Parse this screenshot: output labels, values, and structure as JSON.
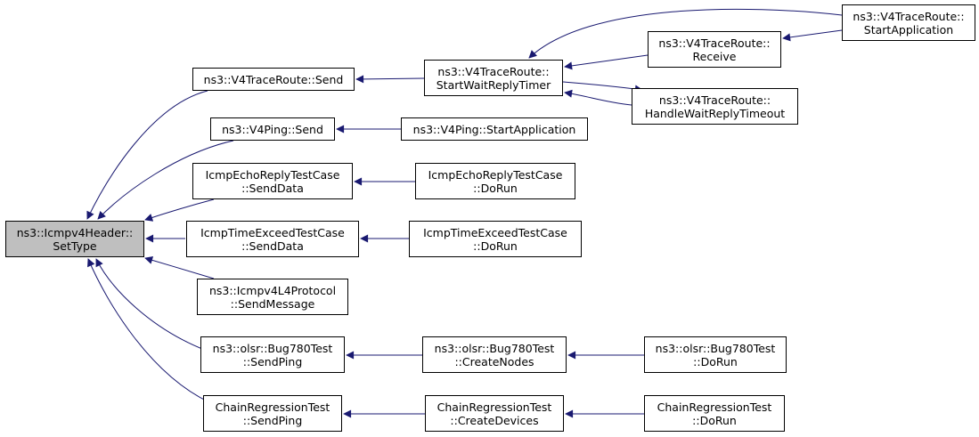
{
  "colors": {
    "edge": "#191970",
    "root_fill": "#bfbfbf",
    "node_fill": "#ffffff",
    "border": "#000000"
  },
  "nodes": {
    "set_type": [
      "ns3::Icmpv4Header::",
      "SetType"
    ],
    "v4traceroute_send": [
      "ns3::V4TraceRoute::Send"
    ],
    "v4ping_send": [
      "ns3::V4Ping::Send"
    ],
    "echo_senddata": [
      "IcmpEchoReplyTestCase",
      "::SendData"
    ],
    "timeexceed_senddata": [
      "IcmpTimeExceedTestCase",
      "::SendData"
    ],
    "l4protocol_sendmessage": [
      "ns3::Icmpv4L4Protocol",
      "::SendMessage"
    ],
    "bug780_sendping": [
      "ns3::olsr::Bug780Test",
      "::SendPing"
    ],
    "chain_sendping": [
      "ChainRegressionTest",
      "::SendPing"
    ],
    "startwaitreplytimer": [
      "ns3::V4TraceRoute::",
      "StartWaitReplyTimer"
    ],
    "v4ping_startapp": [
      "ns3::V4Ping::StartApplication"
    ],
    "echo_dorun": [
      "IcmpEchoReplyTestCase",
      "::DoRun"
    ],
    "timeexceed_dorun": [
      "IcmpTimeExceedTestCase",
      "::DoRun"
    ],
    "bug780_createnodes": [
      "ns3::olsr::Bug780Test",
      "::CreateNodes"
    ],
    "chain_createdevices": [
      "ChainRegressionTest",
      "::CreateDevices"
    ],
    "receive": [
      "ns3::V4TraceRoute::",
      "Receive"
    ],
    "handlewaitreplytimeout": [
      "ns3::V4TraceRoute::",
      "HandleWaitReplyTimeout"
    ],
    "v4traceroute_startapp": [
      "ns3::V4TraceRoute::",
      "StartApplication"
    ],
    "bug780_dorun": [
      "ns3::olsr::Bug780Test",
      "::DoRun"
    ],
    "chain_dorun": [
      "ChainRegressionTest",
      "::DoRun"
    ]
  }
}
